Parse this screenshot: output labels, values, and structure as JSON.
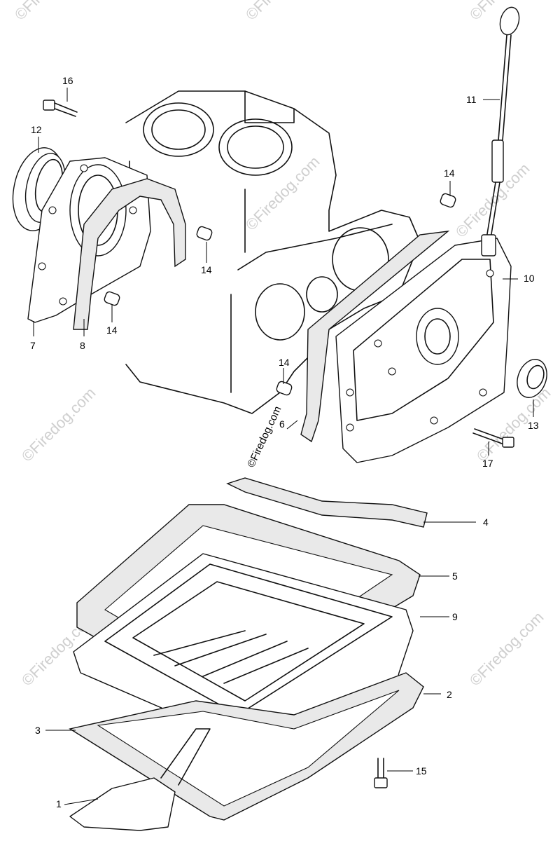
{
  "watermark": "©Firedog.com",
  "side_stamp": "©Firedog.com",
  "part_labels": {
    "p1": "1",
    "p2": "2",
    "p3": "3",
    "p4": "4",
    "p5": "5",
    "p6": "6",
    "p7": "7",
    "p8": "8",
    "p9": "9",
    "p10": "10",
    "p11": "11",
    "p12": "12",
    "p13": "13",
    "p14a": "14",
    "p14b": "14",
    "p14c": "14",
    "p14d": "14",
    "p15": "15",
    "p16": "16",
    "p17": "17"
  },
  "colors": {
    "ink": "#111111",
    "gasket": "#e9e9e9",
    "watermark": "#cfcfcf"
  }
}
